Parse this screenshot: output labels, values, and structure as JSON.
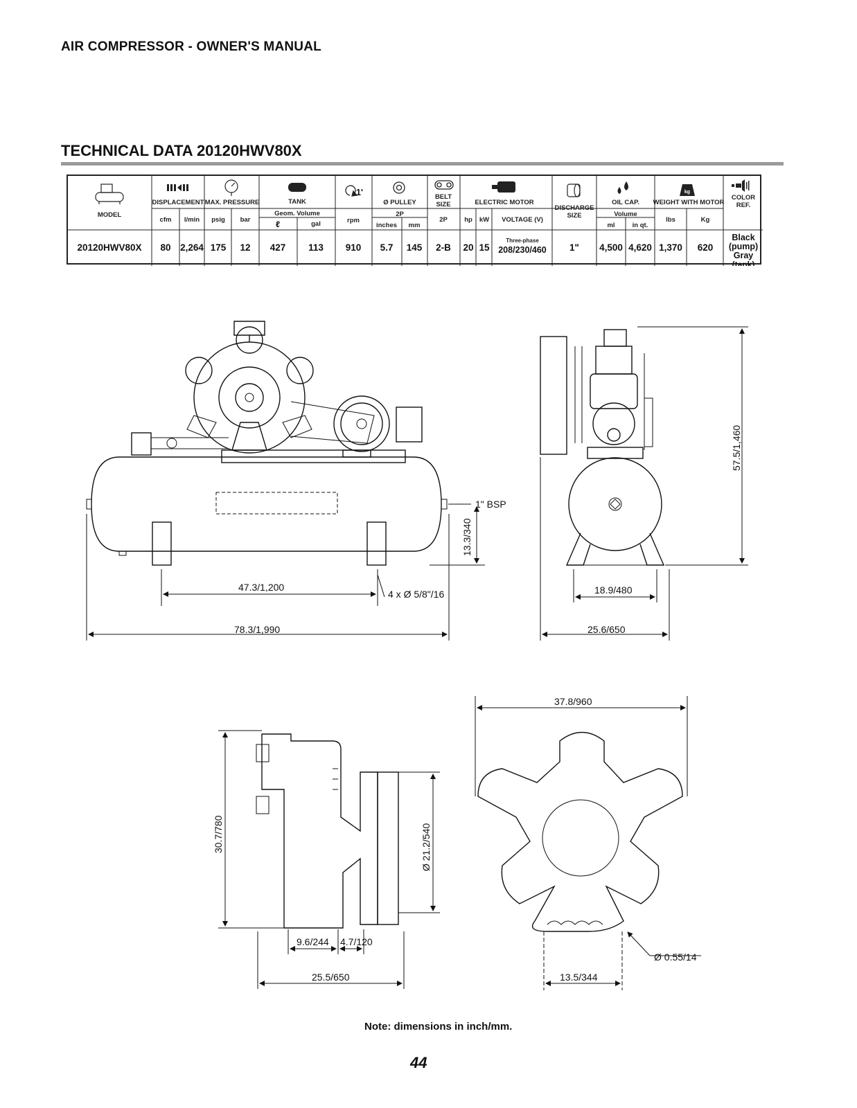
{
  "header": {
    "manual_title": "AIR COMPRESSOR - OWNER'S MANUAL"
  },
  "section": {
    "title": "TECHNICAL DATA 20120HWV80X"
  },
  "table": {
    "headers": {
      "model": "MODEL",
      "displacement": "DISPLACEMENT",
      "max_pressure": "MAX. PRESSURE",
      "tank": "TANK",
      "tank_sub": "Geom. Volume",
      "rpm_icon": "1'",
      "pulley": "Ø PULLEY",
      "pulley_sub": "2P",
      "belt": "BELT",
      "belt2": "SIZE",
      "motor": "ELECTRIC MOTOR",
      "discharge": "DISCHARGE",
      "discharge2": "SIZE",
      "oil": "OIL CAP.",
      "oil_sub": "Volume",
      "weight": "WEIGHT WITH MOTOR",
      "weight_icon": "kg",
      "color": "COLOR",
      "color2": "REF."
    },
    "units": {
      "cfm": "cfm",
      "lmin": "l/min",
      "psig": "psig",
      "bar": "bar",
      "liter": "ℓ",
      "gal": "gal",
      "rpm": "rpm",
      "inches": "inches",
      "mm": "mm",
      "belt_2p": "2P",
      "hp": "hp",
      "kw": "kW",
      "voltage": "VOLTAGE (V)",
      "ml": "ml",
      "inqt": "in qt.",
      "lbs": "lbs",
      "kg": "Kg"
    },
    "row": {
      "model": "20120HWV80X",
      "cfm": "80",
      "lmin": "2,264",
      "psig": "175",
      "bar": "12",
      "liter": "427",
      "gal": "113",
      "rpm": "910",
      "inches": "5.7",
      "mm": "145",
      "belt": "2-B",
      "hp": "20",
      "kw": "15",
      "phase": "Three-phase",
      "voltage": "208/230/460",
      "discharge": "1\"",
      "ml": "4,500",
      "inqt": "4,620",
      "lbs": "1,370",
      "kg": "620",
      "color1": "Black",
      "color2": "(pump)",
      "color3": "Gray",
      "color4": "(tank)"
    }
  },
  "dimensions": {
    "bsp": "1\" BSP",
    "foot_height": "13.3/340",
    "foot_spacing": "47.3/1,200",
    "bolts": "4 x Ø 5/8\"/16",
    "overall_length": "78.3/1,990",
    "total_height": "57.5/1,460",
    "side_foot": "18.9/480",
    "side_width": "25.6/650",
    "pump_height": "30.7/780",
    "pump_flywheel": "Ø 21.2/540",
    "pump_d1": "9.6/244",
    "pump_d2": "4.7/120",
    "pump_depth": "25.5/650",
    "front_width": "37.8/960",
    "hole": "Ø 0.55/14",
    "front_base": "13.5/344"
  },
  "footer": {
    "note": "Note: dimensions in inch/mm.",
    "page": "44"
  }
}
